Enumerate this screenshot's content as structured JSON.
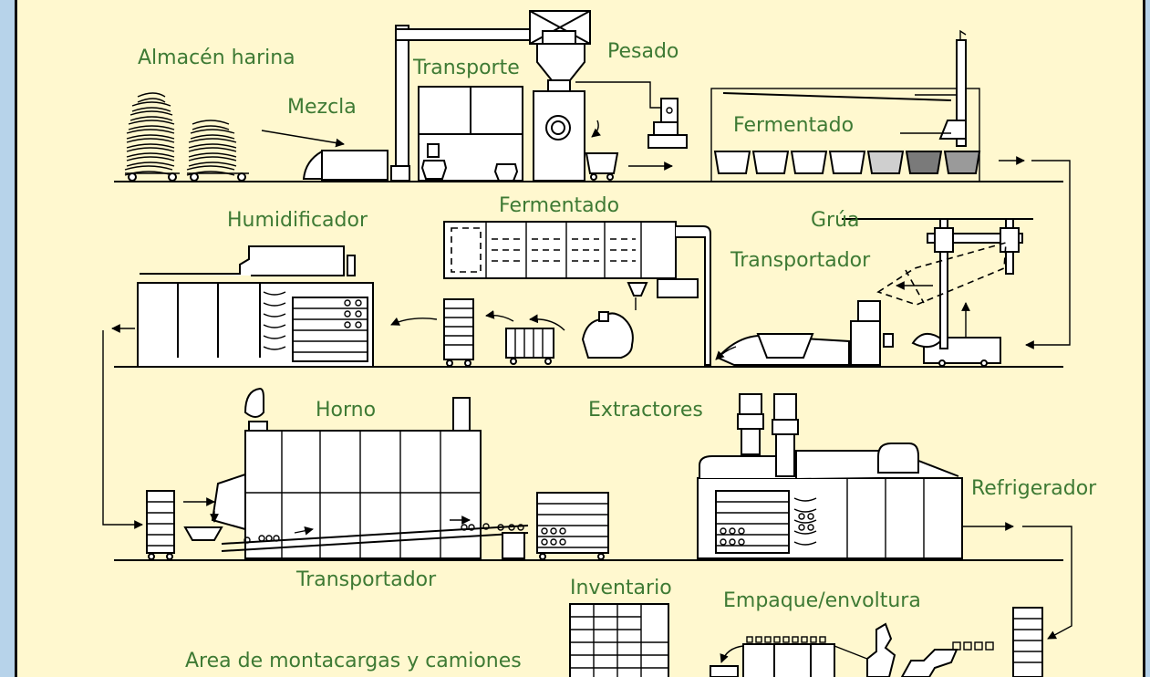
{
  "labels": {
    "almacen": "Almacén harina",
    "mezcla": "Mezcla",
    "transporte": "Transporte",
    "pesado": "Pesado",
    "fermentado_top": "Fermentado",
    "humidificador": "Humidificador",
    "fermentado_mid": "Fermentado",
    "grua": "Grúa",
    "transportador_mid": "Transportador",
    "horno": "Horno",
    "extractores": "Extractores",
    "refrigerador": "Refrigerador",
    "transportador_low": "Transportador",
    "inventario": "Inventario",
    "empaque": "Empaque/envoltura",
    "area": "Area de montacargas y camiones"
  },
  "colors": {
    "background": "#fff8cf",
    "frame": "#b7d3ea",
    "label": "#3e7a34"
  }
}
